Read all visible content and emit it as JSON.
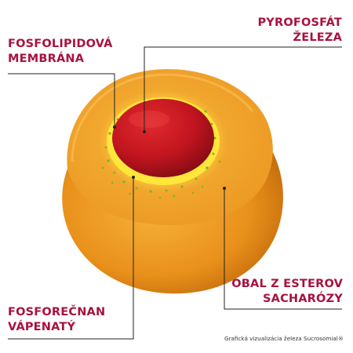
{
  "labels": {
    "membrane": {
      "line1": "FOSFOLIPIDOVÁ",
      "line2": "MEMBRÁNA"
    },
    "pyrophosphate": {
      "line1": "PYROFOSFÁT",
      "line2": "ŽELEZA"
    },
    "phosphate": {
      "line1": "FOSFOREČNAN",
      "line2": "VÁPENATÝ"
    },
    "coating": {
      "line1": "OBAL Z ESTEROV",
      "line2": "SACHARÓZY"
    }
  },
  "caption": "Grafická vizualizácia železa Sucrosomial®",
  "colors": {
    "label_text": "#a8123e",
    "leader_line": "#222222",
    "shell_outer": "#e8901a",
    "shell_cut": "#f4a82a",
    "membrane_glow": "#fff23a",
    "core": "#c2151f",
    "dots": "#7ab62a"
  }
}
